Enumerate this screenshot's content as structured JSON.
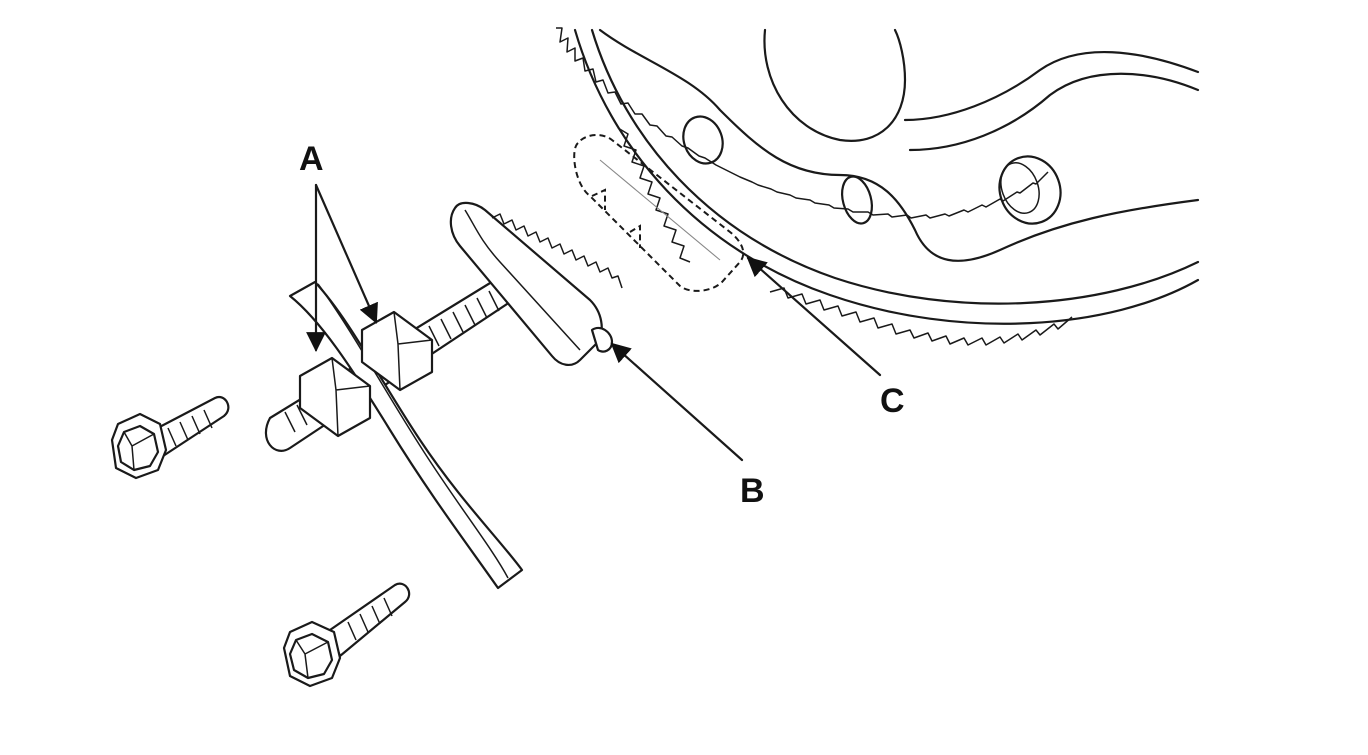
{
  "labels": {
    "a": "A",
    "b": "B",
    "c": "C"
  },
  "colors": {
    "line": "#1a1a1a",
    "background": "#ffffff"
  }
}
